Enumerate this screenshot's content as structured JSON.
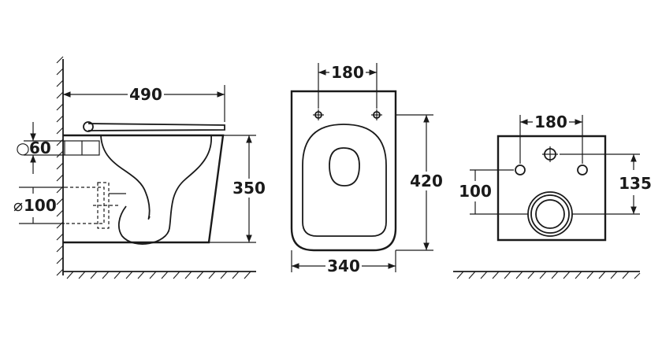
{
  "side_view": {
    "width_label": "490",
    "height_label": "350",
    "water_inlet_label": "60",
    "water_inlet_symbol": "○",
    "drain_label": "100",
    "drain_symbol": "⌀"
  },
  "top_view": {
    "bolt_spacing_label": "180",
    "length_label": "420",
    "width_label": "340"
  },
  "rear_view": {
    "bolt_spacing_label": "180",
    "bolt_height_label": "100",
    "drain_height_label": "135"
  },
  "colors": {
    "line": "#1a1a1a",
    "background": "#ffffff"
  }
}
